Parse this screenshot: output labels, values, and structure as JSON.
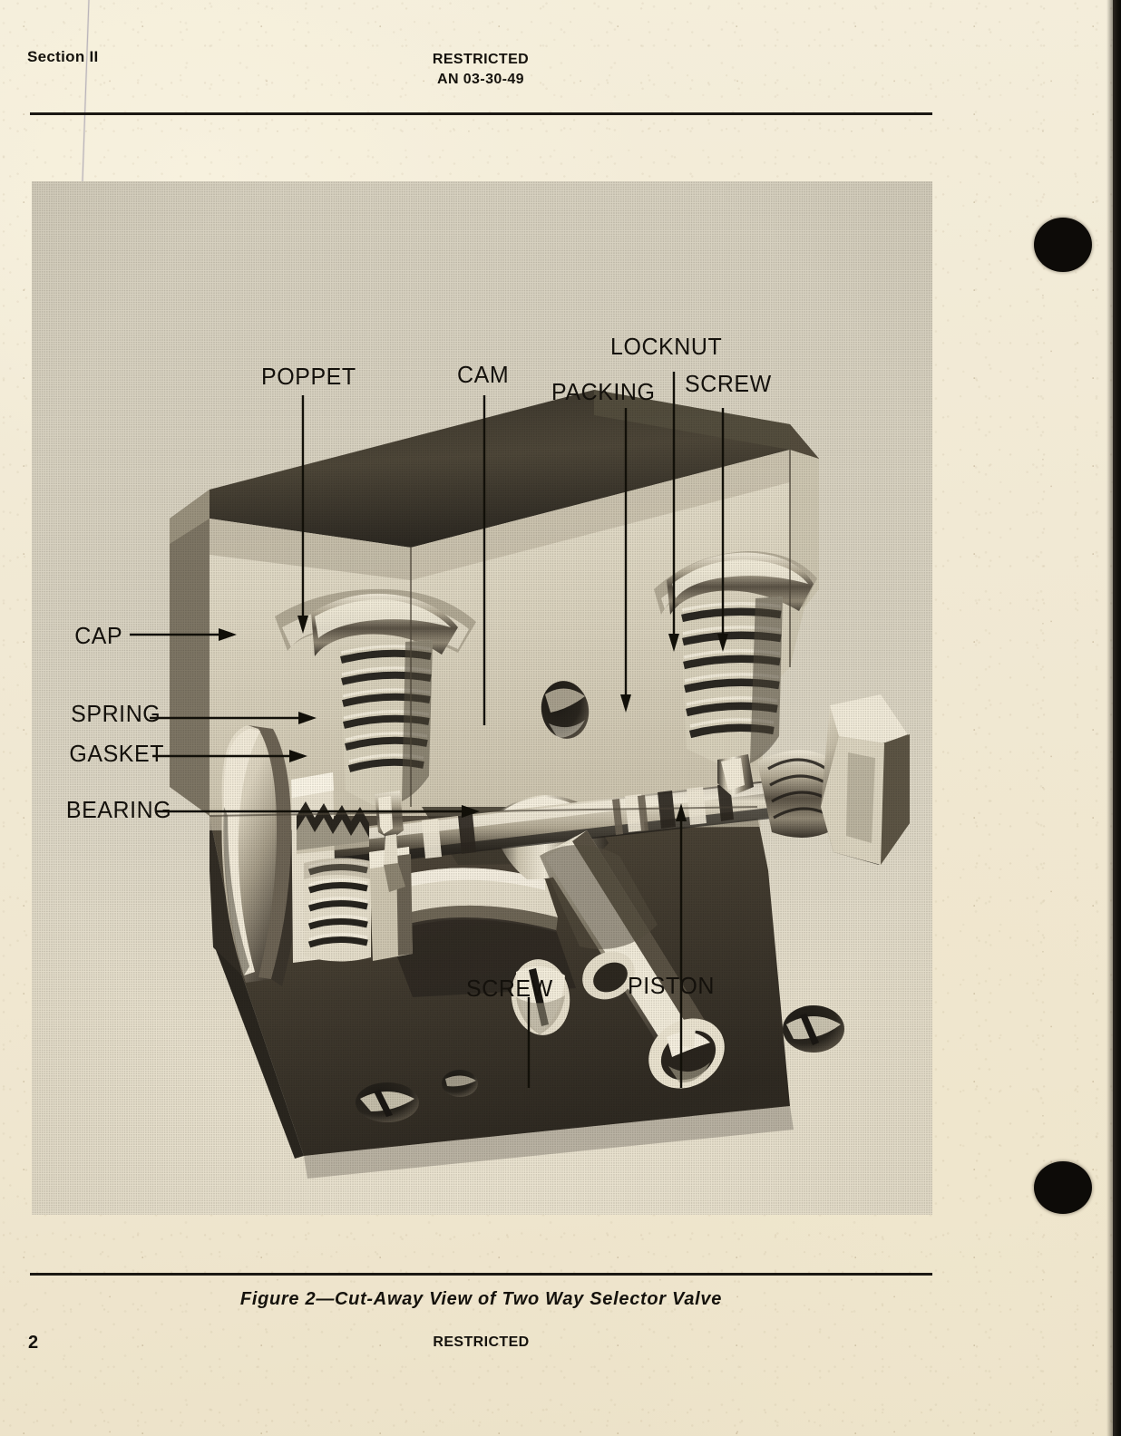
{
  "header": {
    "section": "Section  II",
    "classification": "RESTRICTED",
    "doc_number": "AN  03-30-49"
  },
  "figure": {
    "caption": "Figure  2—Cut-Away  View  of  Two  Way  Selector  Valve",
    "subject": "Two Way Selector Valve, cut-away photograph",
    "callouts": [
      {
        "id": "poppet",
        "label": "POPPET"
      },
      {
        "id": "cam",
        "label": "CAM"
      },
      {
        "id": "locknut",
        "label": "LOCKNUT"
      },
      {
        "id": "packing",
        "label": "PACKING"
      },
      {
        "id": "screw_top",
        "label": "SCREW"
      },
      {
        "id": "cap",
        "label": "CAP"
      },
      {
        "id": "spring",
        "label": "SPRING"
      },
      {
        "id": "gasket",
        "label": "GASKET"
      },
      {
        "id": "bearing",
        "label": "BEARING"
      },
      {
        "id": "screw_bot",
        "label": "SCREW"
      },
      {
        "id": "piston",
        "label": "PISTON"
      }
    ]
  },
  "footer": {
    "page_number": "2",
    "classification": "RESTRICTED"
  },
  "colors": {
    "paper": "#f3ecd8",
    "ink": "#15120d",
    "photo_bg": "#d8d2c1",
    "punch_hole": "#0d0b08"
  }
}
